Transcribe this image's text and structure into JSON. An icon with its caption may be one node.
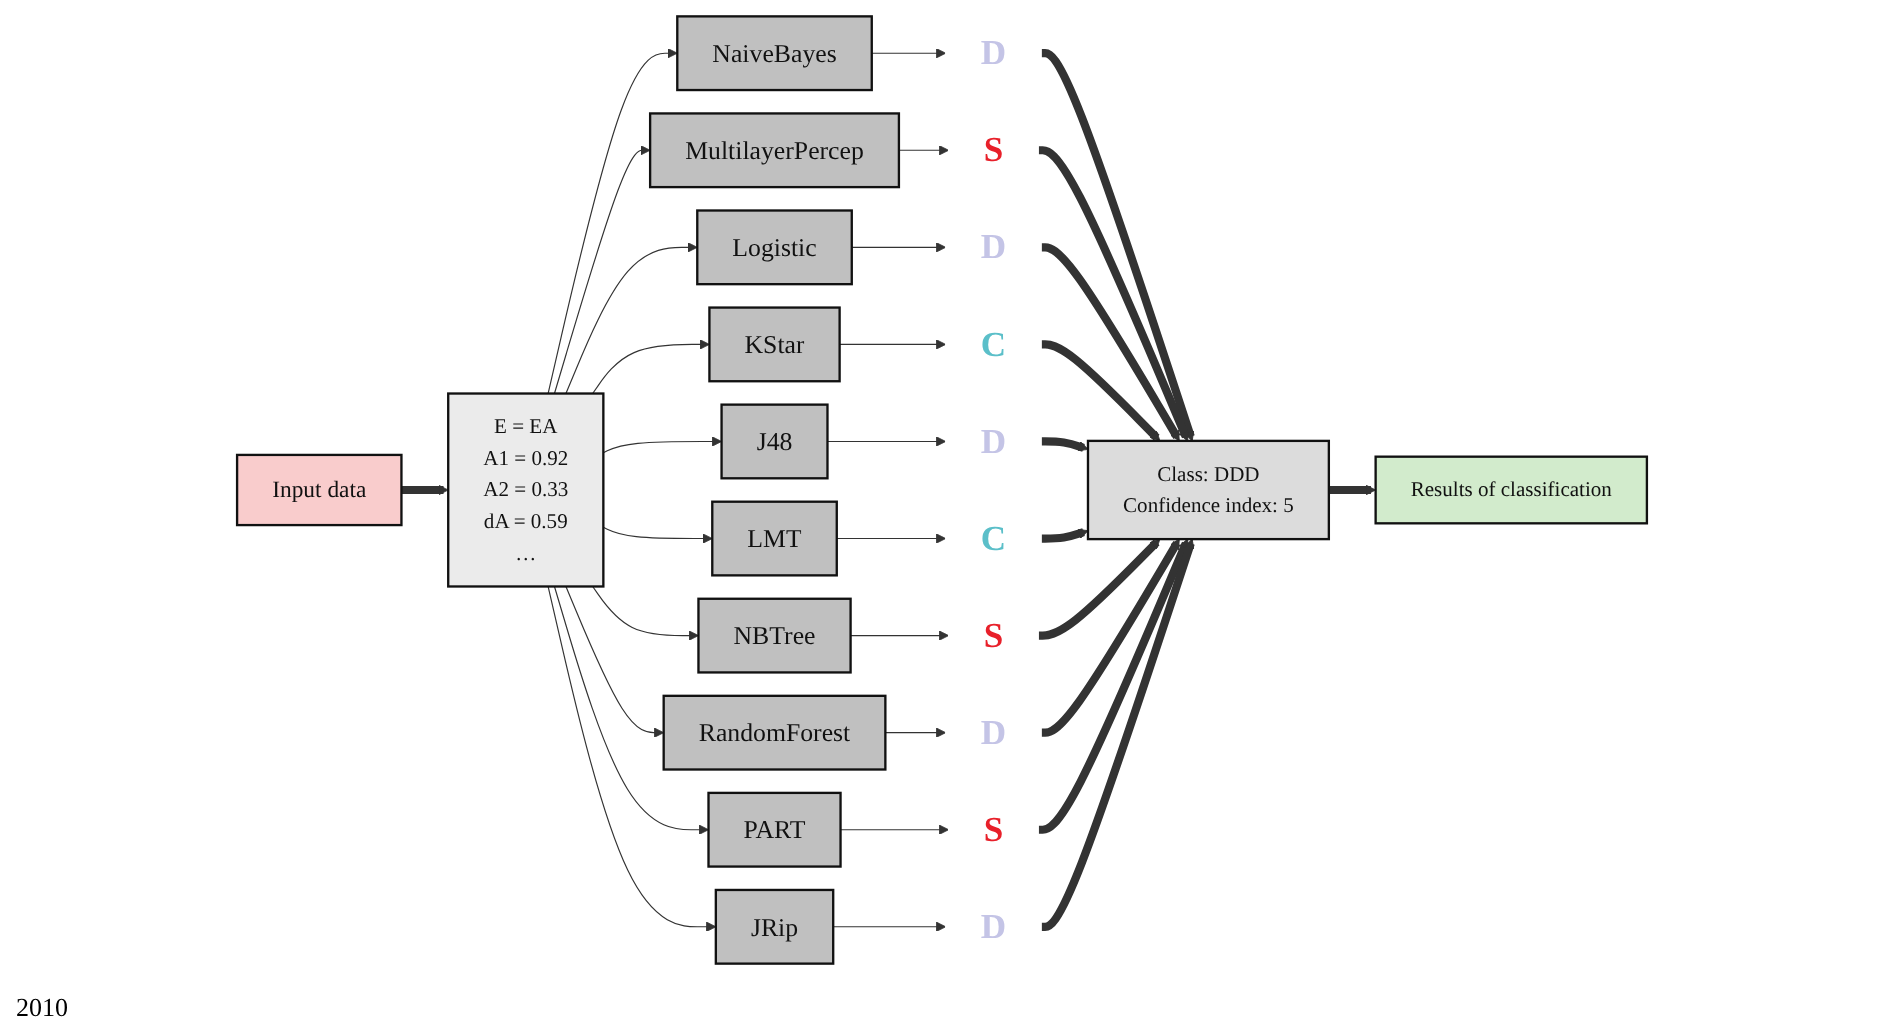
{
  "diagram": {
    "nodes": [
      {
        "text": [
          "Input data"
        ]
      },
      {
        "text": [
          "E = EA",
          "A1 = 0.92",
          "A2 = 0.33",
          "dA = 0.59",
          "…"
        ]
      },
      {
        "text": [
          "NaiveBayes"
        ]
      },
      {
        "text": [
          "MultilayerPercep"
        ]
      },
      {
        "text": [
          "Logistic"
        ]
      },
      {
        "text": [
          "KStar"
        ]
      },
      {
        "text": [
          "J48"
        ]
      },
      {
        "text": [
          "LMT"
        ]
      },
      {
        "text": [
          "NBTree"
        ]
      },
      {
        "text": [
          "RandomForest"
        ]
      },
      {
        "text": [
          "PART"
        ]
      },
      {
        "text": [
          "JRip"
        ]
      },
      {
        "text": [
          "D"
        ]
      },
      {
        "text": [
          "S"
        ]
      },
      {
        "text": [
          "D"
        ]
      },
      {
        "text": [
          "C"
        ]
      },
      {
        "text": [
          "D"
        ]
      },
      {
        "text": [
          "C"
        ]
      },
      {
        "text": [
          "S"
        ]
      },
      {
        "text": [
          "D"
        ]
      },
      {
        "text": [
          "S"
        ]
      },
      {
        "text": [
          "D"
        ]
      },
      {
        "text": [
          "Class: DDD",
          "Confidence index: 5"
        ]
      },
      {
        "text": [
          "Results of classification"
        ]
      }
    ],
    "edges": [
      {
        "from": 0,
        "to": 1,
        "arrow": "to",
        "style": "thick"
      },
      {
        "from": 1,
        "to": 2,
        "arrow": "to"
      },
      {
        "from": 1,
        "to": 3,
        "arrow": "to"
      },
      {
        "from": 1,
        "to": 4,
        "arrow": "to"
      },
      {
        "from": 1,
        "to": 5,
        "arrow": "to"
      },
      {
        "from": 1,
        "to": 6,
        "arrow": "to"
      },
      {
        "from": 1,
        "to": 7,
        "arrow": "to"
      },
      {
        "from": 1,
        "to": 8,
        "arrow": "to"
      },
      {
        "from": 1,
        "to": 9,
        "arrow": "to"
      },
      {
        "from": 1,
        "to": 10,
        "arrow": "to"
      },
      {
        "from": 1,
        "to": 11,
        "arrow": "to"
      },
      {
        "from": 2,
        "to": 12,
        "arrow": "to"
      },
      {
        "from": 3,
        "to": 13,
        "arrow": "to"
      },
      {
        "from": 4,
        "to": 14,
        "arrow": "to"
      },
      {
        "from": 5,
        "to": 15,
        "arrow": "to"
      },
      {
        "from": 6,
        "to": 16,
        "arrow": "to"
      },
      {
        "from": 7,
        "to": 17,
        "arrow": "to"
      },
      {
        "from": 8,
        "to": 18,
        "arrow": "to"
      },
      {
        "from": 9,
        "to": 19,
        "arrow": "to"
      },
      {
        "from": 10,
        "to": 20,
        "arrow": "to"
      },
      {
        "from": 11,
        "to": 21,
        "arrow": "to"
      },
      {
        "from": 12,
        "to": 22,
        "arrow": "to",
        "style": "thick"
      },
      {
        "from": 13,
        "to": 22,
        "arrow": "to",
        "style": "thick"
      },
      {
        "from": 14,
        "to": 22,
        "arrow": "to",
        "style": "thick"
      },
      {
        "from": 15,
        "to": 22,
        "arrow": "to",
        "style": "thick"
      },
      {
        "from": 16,
        "to": 22,
        "arrow": "to",
        "style": "thick"
      },
      {
        "from": 17,
        "to": 22,
        "arrow": "to",
        "style": "thick"
      },
      {
        "from": 18,
        "to": 22,
        "arrow": "to",
        "style": "thick"
      },
      {
        "from": 19,
        "to": 22,
        "arrow": "to",
        "style": "thick"
      },
      {
        "from": 20,
        "to": 22,
        "arrow": "to",
        "style": "thick"
      },
      {
        "from": 21,
        "to": 22,
        "arrow": "to",
        "style": "thick"
      },
      {
        "from": 22,
        "to": 23,
        "arrow": "to",
        "style": "thick"
      }
    ],
    "labels": [
      "2010"
    ]
  }
}
